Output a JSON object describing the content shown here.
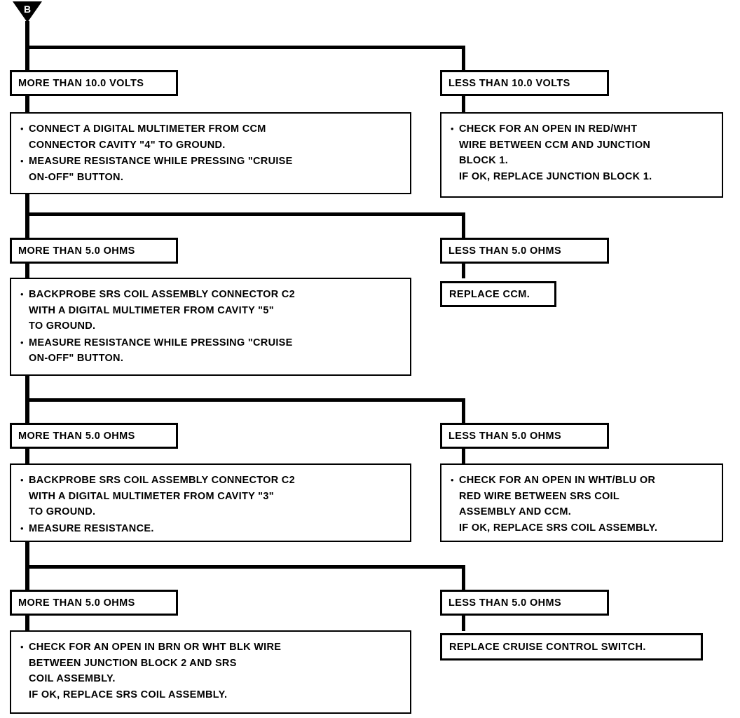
{
  "diagram": {
    "type": "troubleshooting-flowchart",
    "entry_marker": {
      "icon": "triangle-down-marker",
      "letter": "B"
    },
    "colors": {
      "line": "#000000",
      "background": "#ffffff",
      "text": "#000000"
    },
    "steps": [
      {
        "id": "step-1",
        "left_condition": "MORE THAN 10.0 VOLTS",
        "right_condition": "LESS THAN 10.0 VOLTS",
        "left_action": {
          "bullets": [
            [
              "CONNECT A DIGITAL MULTIMETER FROM CCM",
              "CONNECTOR CAVITY \"4\" TO GROUND."
            ],
            [
              "MEASURE RESISTANCE WHILE PRESSING \"CRUISE",
              "ON-OFF\" BUTTON."
            ]
          ]
        },
        "right_action": {
          "bullets": [
            [
              "CHECK FOR AN OPEN IN RED/WHT",
              "WIRE BETWEEN CCM AND JUNCTION",
              "BLOCK 1.",
              "IF OK, REPLACE JUNCTION BLOCK 1."
            ]
          ]
        }
      },
      {
        "id": "step-2",
        "left_condition": "MORE THAN 5.0 OHMS",
        "right_condition": "LESS THAN 5.0 OHMS",
        "left_action": {
          "bullets": [
            [
              "BACKPROBE SRS COIL ASSEMBLY CONNECTOR C2",
              "WITH A DIGITAL MULTIMETER FROM CAVITY \"5\"",
              "TO GROUND."
            ],
            [
              "MEASURE RESISTANCE WHILE PRESSING \"CRUISE",
              "ON-OFF\" BUTTON."
            ]
          ]
        },
        "right_result": "REPLACE CCM."
      },
      {
        "id": "step-3",
        "left_condition": "MORE THAN 5.0 OHMS",
        "right_condition": "LESS THAN 5.0 OHMS",
        "left_action": {
          "bullets": [
            [
              "BACKPROBE SRS COIL ASSEMBLY CONNECTOR C2",
              "WITH A DIGITAL MULTIMETER FROM CAVITY \"3\"",
              "TO GROUND."
            ],
            [
              "MEASURE RESISTANCE."
            ]
          ]
        },
        "right_action": {
          "bullets": [
            [
              "CHECK FOR AN OPEN IN WHT/BLU OR",
              "RED WIRE BETWEEN SRS COIL",
              "ASSEMBLY AND CCM.",
              "IF OK, REPLACE SRS COIL ASSEMBLY."
            ]
          ]
        }
      },
      {
        "id": "step-4",
        "left_condition": "MORE THAN 5.0 OHMS",
        "right_condition": "LESS THAN 5.0 OHMS",
        "left_action": {
          "bullets": [
            [
              "CHECK FOR AN OPEN IN BRN OR WHT BLK WIRE",
              "BETWEEN JUNCTION BLOCK 2 AND SRS",
              "COIL ASSEMBLY.",
              "IF OK, REPLACE SRS COIL ASSEMBLY."
            ]
          ]
        },
        "right_result": "REPLACE CRUISE CONTROL SWITCH."
      }
    ]
  }
}
